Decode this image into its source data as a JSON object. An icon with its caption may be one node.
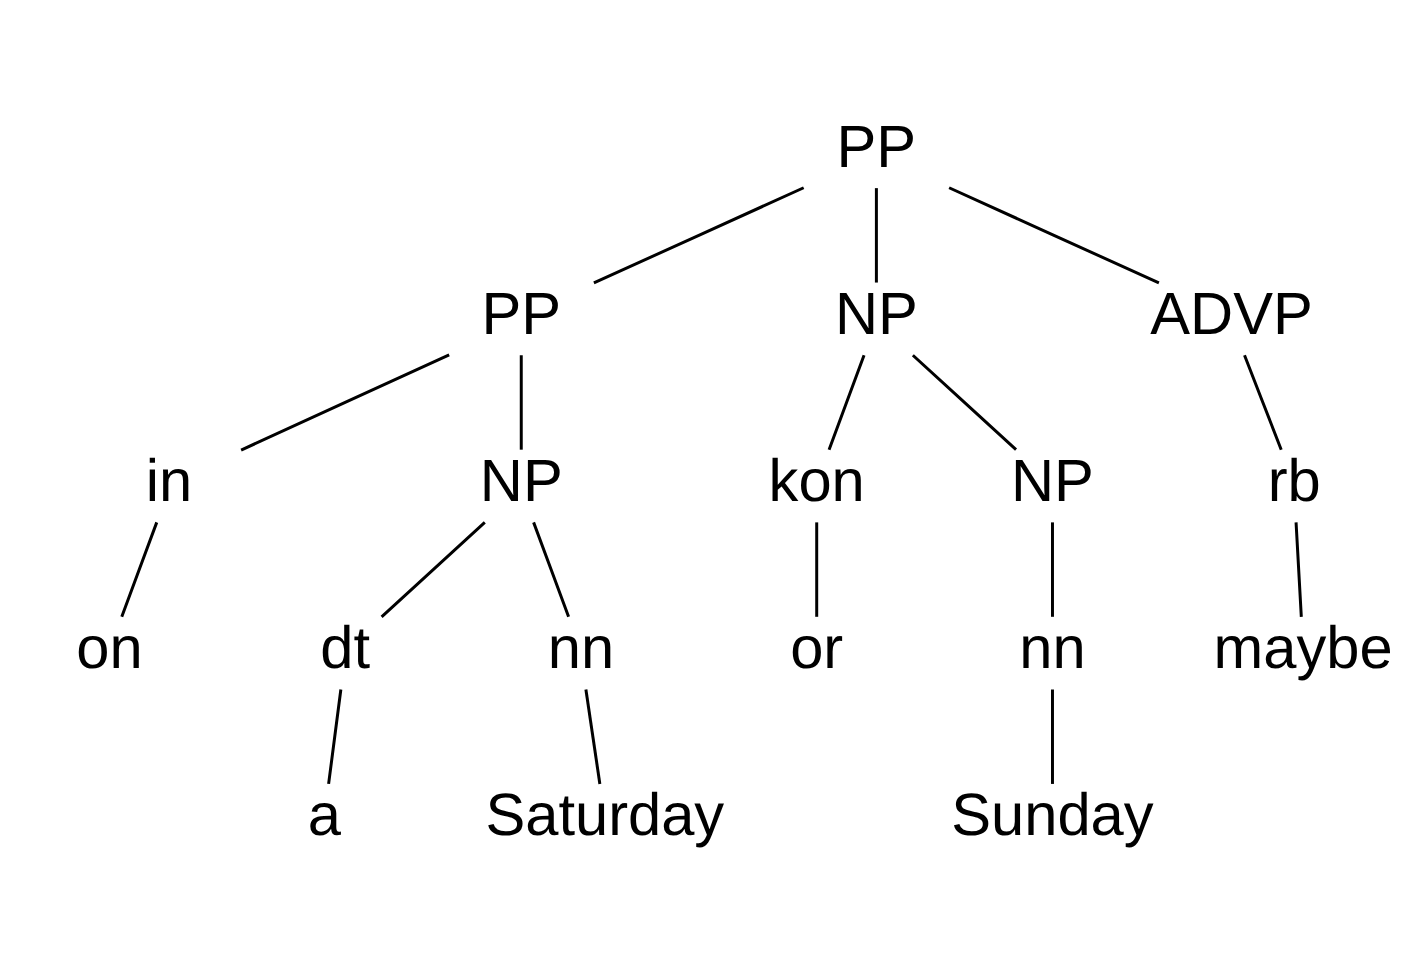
{
  "diagram": {
    "nodes": [
      {
        "text": [
          "PP"
        ]
      },
      {
        "text": [
          "PP"
        ]
      },
      {
        "text": [
          "NP"
        ]
      },
      {
        "text": [
          "ADVP"
        ]
      },
      {
        "text": [
          "in"
        ]
      },
      {
        "text": [
          "NP"
        ]
      },
      {
        "text": [
          "kon"
        ]
      },
      {
        "text": [
          "NP"
        ]
      },
      {
        "text": [
          "rb"
        ]
      },
      {
        "text": [
          "on"
        ]
      },
      {
        "text": [
          "dt"
        ]
      },
      {
        "text": [
          "nn"
        ]
      },
      {
        "text": [
          "or"
        ]
      },
      {
        "text": [
          "nn"
        ]
      },
      {
        "text": [
          "maybe"
        ]
      },
      {
        "text": [
          "a"
        ]
      },
      {
        "text": [
          "Saturday"
        ]
      },
      {
        "text": [
          "Sunday"
        ]
      }
    ],
    "edges": [
      {
        "from": 0,
        "to": 1,
        "arrow": "none"
      },
      {
        "from": 0,
        "to": 2,
        "arrow": "none"
      },
      {
        "from": 0,
        "to": 3,
        "arrow": "none"
      },
      {
        "from": 1,
        "to": 4,
        "arrow": "none"
      },
      {
        "from": 1,
        "to": 5,
        "arrow": "none"
      },
      {
        "from": 2,
        "to": 6,
        "arrow": "none"
      },
      {
        "from": 2,
        "to": 7,
        "arrow": "none"
      },
      {
        "from": 3,
        "to": 8,
        "arrow": "none"
      },
      {
        "from": 4,
        "to": 9,
        "arrow": "none"
      },
      {
        "from": 5,
        "to": 10,
        "arrow": "none"
      },
      {
        "from": 5,
        "to": 11,
        "arrow": "none"
      },
      {
        "from": 6,
        "to": 12,
        "arrow": "none"
      },
      {
        "from": 7,
        "to": 13,
        "arrow": "none"
      },
      {
        "from": 8,
        "to": 14,
        "arrow": "none"
      },
      {
        "from": 10,
        "to": 15,
        "arrow": "none"
      },
      {
        "from": 11,
        "to": 16,
        "arrow": "none"
      },
      {
        "from": 13,
        "to": 17,
        "arrow": "none"
      }
    ]
  }
}
